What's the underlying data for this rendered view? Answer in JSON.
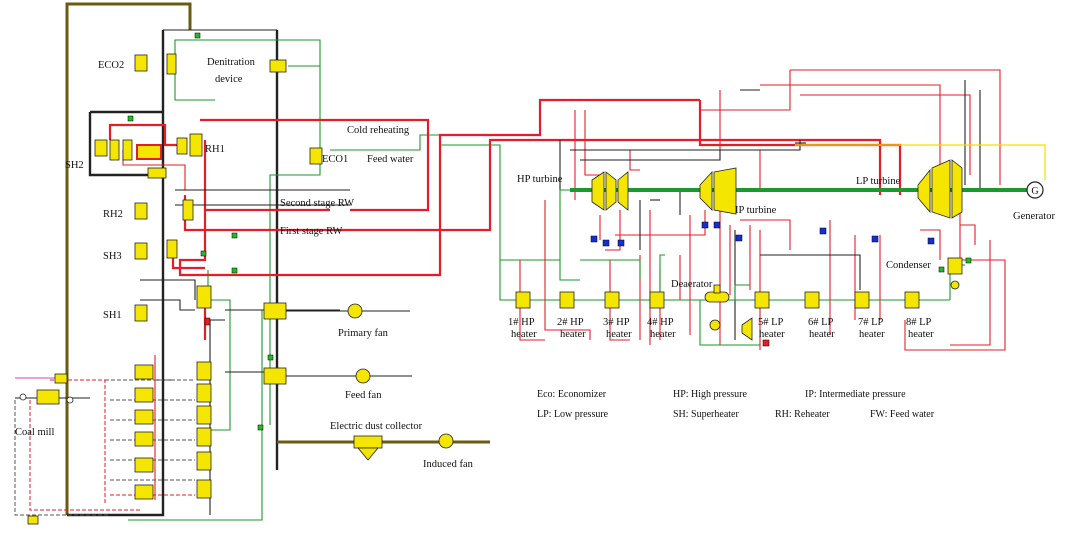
{
  "labels": {
    "eco2": "ECO2",
    "denitration_line1": "Denitration",
    "denitration_line2": "device",
    "cold_reheating": "Cold reheating",
    "feed_water": "Feed water",
    "eco1": "ECO1",
    "sh2": "SH2",
    "rh1": "RH1",
    "second_stage_rw": "Second stage RW",
    "first_stage_rw": "First stage RW",
    "rh2": "RH2",
    "sh3": "SH3",
    "sh1": "SH1",
    "primary_fan": "Primary fan",
    "feed_fan": "Feed fan",
    "electric_dust_collector": "Electric dust collector",
    "induced_fan": "Induced fan",
    "coal_mill": "Coal mill",
    "hp_turbine": "HP turbine",
    "ip_turbine": "IP turbine",
    "lp_turbine": "LP turbine",
    "generator": "Generator",
    "generator_symbol": "G",
    "deaerator": "Deaerator",
    "condenser": "Condenser",
    "heater_word": "heater",
    "heaters": [
      "1# HP",
      "2# HP",
      "3# HP",
      "4# HP",
      "5# LP",
      "6# LP",
      "7# LP",
      "8# LP"
    ]
  },
  "legend": {
    "row1": [
      "Eco: Economizer",
      "HP: High pressure",
      "IP: Intermediate pressure"
    ],
    "row2": [
      "LP: Low pressure",
      "SH: Superheater",
      "RH: Reheater",
      "FW: Feed water"
    ]
  },
  "colors": {
    "steam_line": "#e41e26",
    "water_line": "#1a9a2a",
    "flue_gas_line": "#6b5b12",
    "equipment_fill": "#f4e600"
  }
}
